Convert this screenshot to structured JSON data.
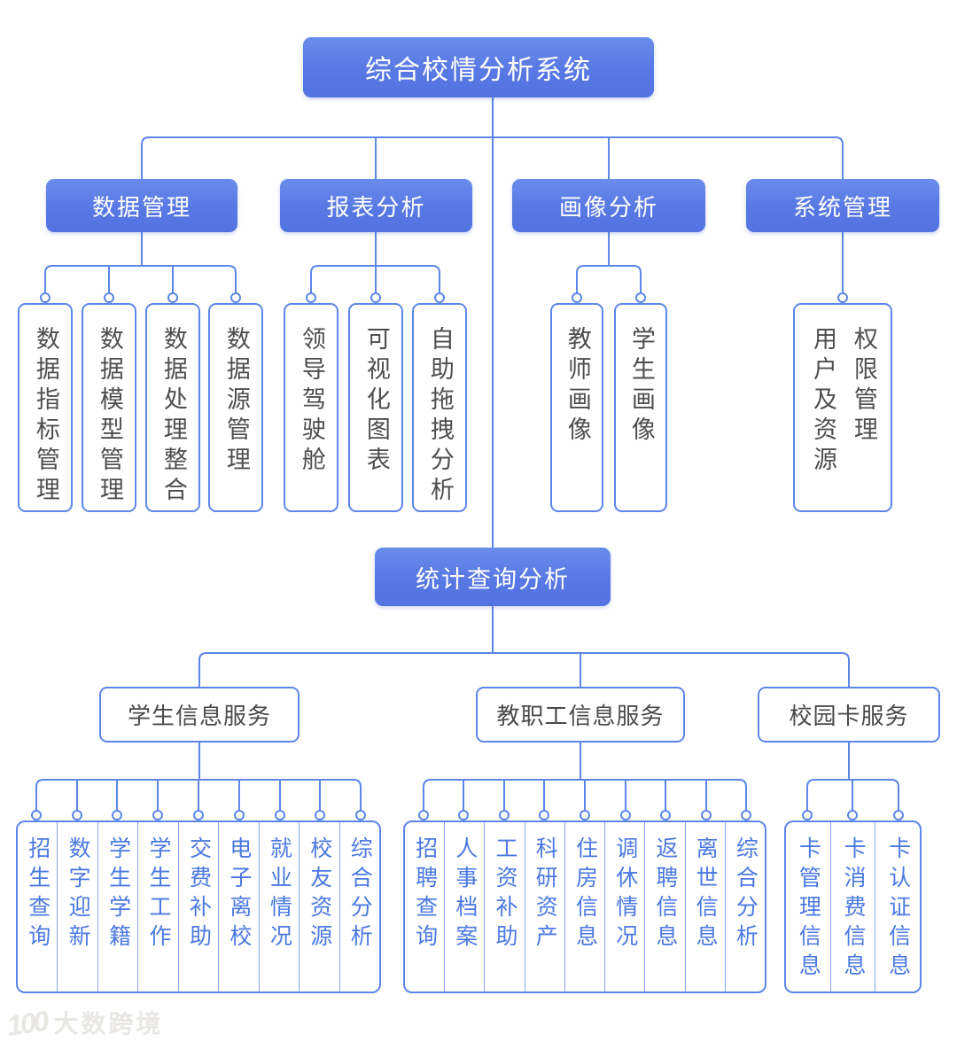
{
  "root": {
    "label": "综合校情分析系统"
  },
  "mid": {
    "label": "统计查询分析"
  },
  "level2": [
    {
      "label": "数据管理",
      "children": [
        "数据指标管理",
        "数据模型管理",
        "数据处理整合",
        "数据源管理"
      ]
    },
    {
      "label": "报表分析",
      "children": [
        "领导驾驶舱",
        "可视化图表",
        "自助拖拽分析"
      ]
    },
    {
      "label": "画像分析",
      "children": [
        "教师画像",
        "学生画像"
      ]
    },
    {
      "label": "系统管理",
      "children": [
        "用户及资源权限管理"
      ]
    }
  ],
  "services": [
    {
      "label": "学生信息服务",
      "children": [
        "招生查询",
        "数字迎新",
        "学生学籍",
        "学生工作",
        "交费补助",
        "电子离校",
        "就业情况",
        "校友资源",
        "综合分析"
      ]
    },
    {
      "label": "教职工信息服务",
      "children": [
        "招聘查询",
        "人事档案",
        "工资补助",
        "科研资产",
        "住房信息",
        "调休情况",
        "返聘信息",
        "离世信息",
        "综合分析"
      ]
    },
    {
      "label": "校园卡服务",
      "children": [
        "卡管理信息",
        "卡消费信息",
        "卡认证信息"
      ]
    }
  ],
  "watermark": {
    "logo": "100",
    "text": "大数跨境"
  },
  "colors": {
    "node_fill": "#5b7ee5",
    "line": "#5c86e8",
    "leaf_text_blue": "#4b79e1",
    "leaf_text_dark": "#4e4e4e",
    "watermark": "#e9e7e3"
  }
}
